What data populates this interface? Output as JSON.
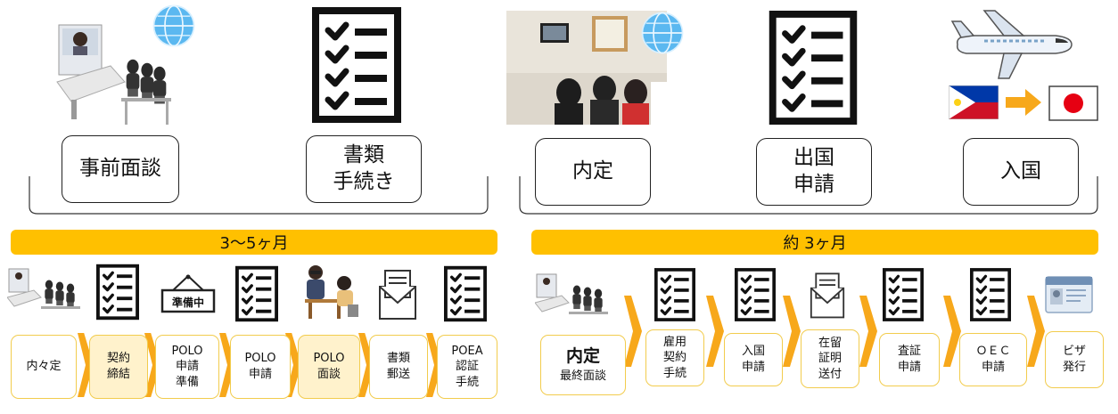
{
  "colors": {
    "phase_bar": "#FFC000",
    "chevron": "#F7A81B",
    "box_border_yellow": "#F2CC4D",
    "box_fill_highlight": "#FFF2CC",
    "flag_arrow": "#F7A81B",
    "japan_red": "#E60012"
  },
  "top_stages": [
    {
      "label": "事前面談"
    },
    {
      "label": "書類\n手続き"
    },
    {
      "label": "内定"
    },
    {
      "label": "出国\n申請"
    },
    {
      "label": "入国"
    }
  ],
  "phases": [
    {
      "label": "3〜5ヶ月"
    },
    {
      "label": "約 3ヶ月"
    }
  ],
  "sign_text": "準備中",
  "steps_left": [
    {
      "label": "内々定"
    },
    {
      "label": "契約\n締結"
    },
    {
      "label": "POLO\n申請\n準備"
    },
    {
      "label": "POLO\n申請"
    },
    {
      "label": "POLO\n面談"
    },
    {
      "label": "書類\n郵送"
    },
    {
      "label": "POEA\n認証\n手続"
    }
  ],
  "steps_right": [
    {
      "big": "内定",
      "small": "最終面談"
    },
    {
      "label": "雇用\n契約\n手続"
    },
    {
      "label": "入国\n申請"
    },
    {
      "label": "在留\n証明\n送付"
    },
    {
      "label": "査証\n申請"
    },
    {
      "label": "ＯＥＣ\n申請"
    },
    {
      "label": "ビザ\n発行"
    }
  ],
  "icons": {
    "interview": "interview-scene-icon",
    "globe": "globe-icon",
    "checklist": "checklist-icon",
    "video_meeting": "video-meeting-photo",
    "airplane": "airplane-icon",
    "flag_ph": "philippines-flag-icon",
    "flag_jp": "japan-flag-icon",
    "envelope": "envelope-icon",
    "visa_card": "visa-card-icon",
    "sign": "hanging-sign-icon",
    "consultation": "consultation-scene-icon"
  }
}
